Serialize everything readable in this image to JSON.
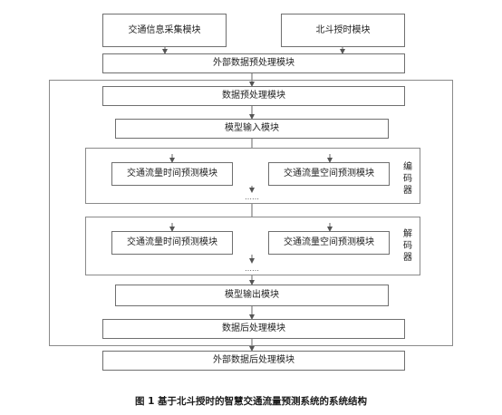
{
  "diagram": {
    "top_left_module": "交通信息采集模块",
    "top_right_module": "北斗授时模块",
    "external_preprocess": "外部数据预处理模块",
    "data_preprocess": "数据预处理模块",
    "model_input": "模型输入模块",
    "encoder": {
      "label": "编码器",
      "temporal_module": "交通流量时间预测模块",
      "spatial_module": "交通流量空间预测模块",
      "ellipsis": "……"
    },
    "decoder": {
      "label": "解码器",
      "temporal_module": "交通流量时间预测模块",
      "spatial_module": "交通流量空间预测模块",
      "ellipsis": "……"
    },
    "model_output": "模型输出模块",
    "data_postprocess": "数据后处理模块",
    "external_postprocess": "外部数据后处理模块"
  },
  "caption": "图 1 基于北斗授时的智慧交通流量预测系统的系统结构"
}
